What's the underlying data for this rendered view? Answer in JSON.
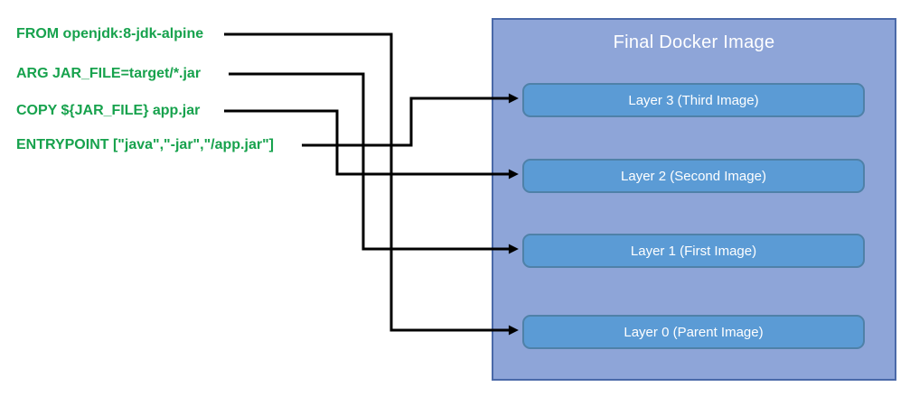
{
  "diagram": {
    "kind": "dockerfile-to-image-layers",
    "instructions": [
      {
        "text": "FROM openjdk:8-jdk-alpine",
        "connects_to": "Layer 0 (Parent Image)"
      },
      {
        "text": "ARG JAR_FILE=target/*.jar",
        "connects_to": "Layer 1 (First Image)"
      },
      {
        "text": "COPY ${JAR_FILE} app.jar",
        "connects_to": "Layer 2 (Second Image)"
      },
      {
        "text": "ENTRYPOINT [\"java\",\"-jar\",\"/app.jar\"]",
        "connects_to": "Layer 3 (Third Image)"
      }
    ],
    "container": {
      "title": "Final Docker Image",
      "layers": [
        {
          "label": "Layer 3 (Third Image)"
        },
        {
          "label": "Layer 2 (Second Image)"
        },
        {
          "label": "Layer 1 (First Image)"
        },
        {
          "label": "Layer 0 (Parent Image)"
        }
      ]
    },
    "colors": {
      "instruction_text": "#17a24d",
      "container_fill": "#8ea5d8",
      "container_border": "#4a69a8",
      "layer_fill": "#5b9bd5",
      "layer_border": "#4f81a8",
      "layer_text": "#ffffff",
      "title_text": "#ffffff",
      "connector": "#000000"
    }
  }
}
